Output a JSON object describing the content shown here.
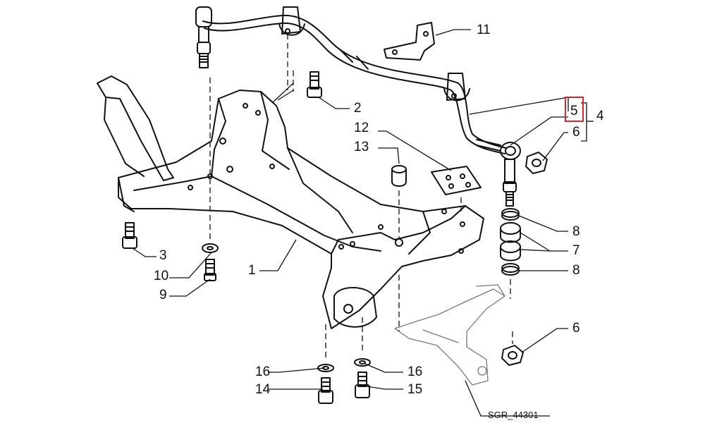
{
  "diagram": {
    "callouts": {
      "n1": "1",
      "n2": "2",
      "n3": "3",
      "n4": "4",
      "n5": "5",
      "n6a": "6",
      "n6b": "6",
      "n7": "7",
      "n8a": "8",
      "n8b": "8",
      "n9": "9",
      "n10": "10",
      "n11": "11",
      "n12": "12",
      "n13": "13",
      "n14": "14",
      "n15": "15",
      "n16a": "16",
      "n16b": "16"
    },
    "drawing_code": "SGR_44301",
    "highlight_color": "#d9262b"
  }
}
